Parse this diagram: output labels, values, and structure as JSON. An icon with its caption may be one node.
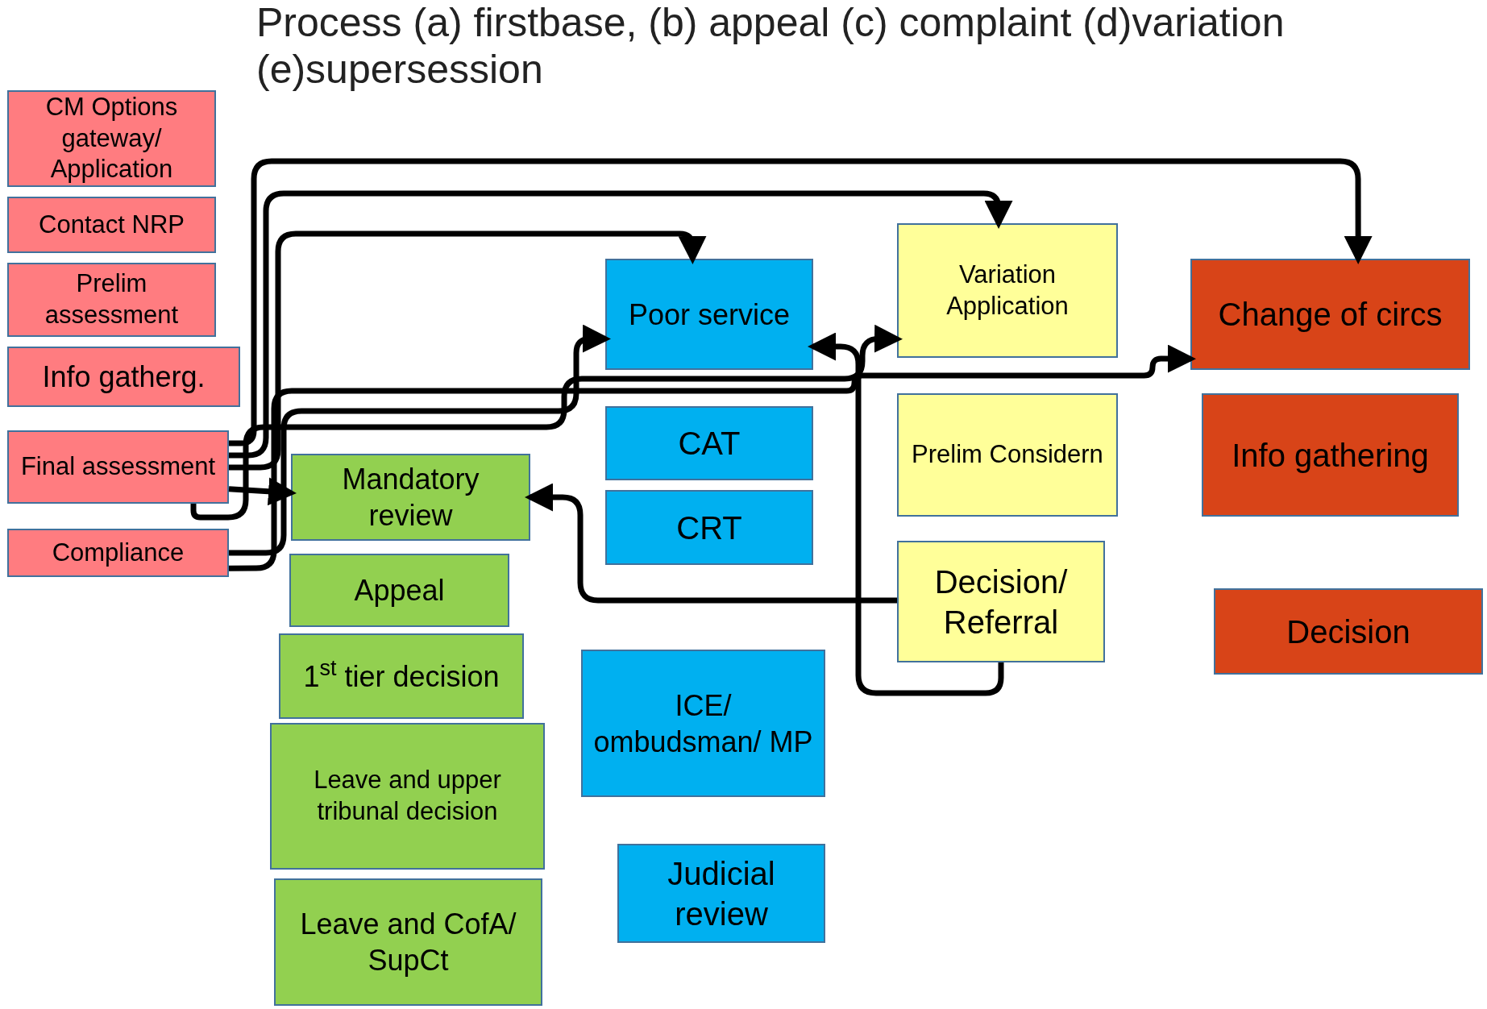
{
  "diagram": {
    "title": "Process (a) firstbase, (b) appeal (c) complaint (d)variation (e)supersession",
    "nodes": [
      {
        "text": [
          "CM Options gateway/ Application"
        ]
      },
      {
        "text": [
          "Contact NRP"
        ]
      },
      {
        "text": [
          "Prelim assessment"
        ]
      },
      {
        "text": [
          "Info gatherg."
        ]
      },
      {
        "text": [
          "Final assessment"
        ]
      },
      {
        "text": [
          "Compliance"
        ]
      },
      {
        "text": [
          "Mandatory review"
        ]
      },
      {
        "text": [
          "Appeal"
        ]
      },
      {
        "text": [
          "1$^{st}$ tier decision"
        ]
      },
      {
        "text": [
          "Leave and upper tribunal decision"
        ]
      },
      {
        "text": [
          "Leave and CofA/ SupCt"
        ]
      },
      {
        "text": [
          "Poor service"
        ]
      },
      {
        "text": [
          "CAT"
        ]
      },
      {
        "text": [
          "CRT"
        ]
      },
      {
        "text": [
          "ICE/ ombudsman/ MP"
        ]
      },
      {
        "text": [
          "Judicial review"
        ]
      },
      {
        "text": [
          "Variation Application"
        ]
      },
      {
        "text": [
          "Prelim Considern"
        ]
      },
      {
        "text": [
          "Decision/ Referral"
        ]
      },
      {
        "text": [
          "Change of circs"
        ]
      },
      {
        "text": [
          "Info gathering"
        ]
      },
      {
        "text": [
          "Decision"
        ]
      }
    ],
    "edges": [
      {
        "from": 4,
        "to": 11,
        "arrow": "to"
      },
      {
        "from": 4,
        "to": 16,
        "arrow": "to"
      },
      {
        "from": 4,
        "to": 19,
        "arrow": "to"
      },
      {
        "from": 4,
        "to": 6,
        "arrow": "to"
      },
      {
        "from": 4,
        "to": 16,
        "arrow": "to"
      },
      {
        "from": 5,
        "to": 11,
        "arrow": "to"
      },
      {
        "from": 5,
        "to": 19,
        "arrow": "to"
      },
      {
        "from": 18,
        "to": 6,
        "arrow": "to"
      },
      {
        "from": 18,
        "to": 11,
        "arrow": "to"
      }
    ]
  }
}
